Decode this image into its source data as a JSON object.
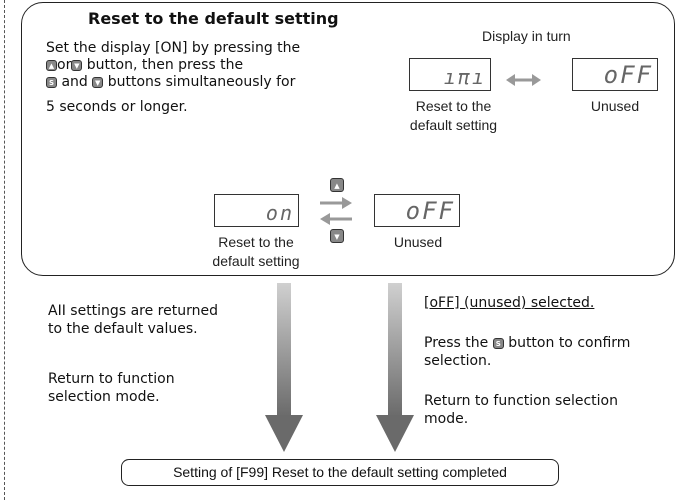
{
  "panel": {
    "title": "Reset to the default setting",
    "instructions": {
      "line1": "Set the display [ON] by pressing the",
      "line2_or": "or",
      "line2_rest": "button, then press the",
      "line3_and": "and",
      "line3_rest": "buttons simultaneously for",
      "line4": "5 seconds or longer."
    },
    "display_in_turn": "Display in turn",
    "top_displays": [
      {
        "segment": "ıπı",
        "label_line1": "Reset to the",
        "label_line2": "default setting"
      },
      {
        "segment": "oFF",
        "label_line1": "Unused"
      }
    ],
    "bottom_displays": [
      {
        "segment": "on",
        "label_line1": "Reset to the",
        "label_line2": "default setting"
      },
      {
        "segment": "oFF",
        "label_line1": "Unused"
      }
    ]
  },
  "icons": {
    "up": "up-triangle-button-icon",
    "down": "down-triangle-button-icon",
    "set": "s-button-icon"
  },
  "left_column": {
    "line1": "AII settings are returned",
    "line2": "to the default values.",
    "line3": "Return to function",
    "line4": "selection mode."
  },
  "right_column": {
    "selected": "[oFF] (unused) selected.",
    "press_before": "Press the",
    "press_after": "button to confirm",
    "press_line2": "selection.",
    "return_line1": "Return to function selection",
    "return_line2": "mode."
  },
  "final_box": "Setting of [F99] Reset to the default setting completed",
  "colors": {
    "arrow_gradient_top": "#d0d0d0",
    "arrow_gradient_bottom": "#6a6a6a",
    "segment": "#666666"
  }
}
